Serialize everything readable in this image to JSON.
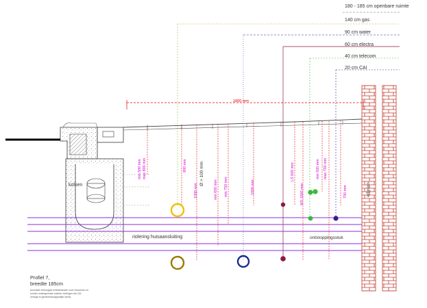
{
  "legend": {
    "header": "180 - 185 cm openbare ruimte",
    "gas": "140 cm gas",
    "water": "90 cm water",
    "electra": "60 cm electra",
    "telecom": "40 cm telecom",
    "cai": "20 cm CAI"
  },
  "dimensions": {
    "overall_width": "1800 mm",
    "min500_a": "min 500 mm",
    "max800": "max 800 mm",
    "d800": "800 mm",
    "d1000": "1000 mm",
    "diameter": "Ø > 100 mm",
    "min650": "min 650 mm",
    "min750": "min 750 mm",
    "d1000b": "1000 mm",
    "ls600": "LS 600 mm",
    "ms1000": "MS 1000 mm",
    "min500_b": "min 500 mm",
    "max700": "max 700 mm",
    "d700": "700 mm"
  },
  "labels": {
    "kolken": "kolken",
    "riolering": "riolering huisaansluiting",
    "ontstopping": "ontstoppingsstuk",
    "erfgrens": "erfgrens"
  },
  "caption": {
    "line1": "Profiel 7,",
    "line2": "breedte 185cm",
    "note1": "(Inclusief verhoogde trottoirbanden voor bewoners en",
    "note2": "zonder ondergrondse kabels; leidingen als CAI",
    "note3": "verlegd in gemeenschappelijke sleuf)"
  },
  "colors": {
    "gas": "#c8a000",
    "water": "#1a2d8f",
    "electra": "#8c1a3c",
    "telecom": "#3cb83c",
    "cai": "#3c1a8c",
    "dimension": "#e00000",
    "annotation": "#d400d4",
    "sewer": "#8a2be2",
    "brick": "#c0392b"
  }
}
